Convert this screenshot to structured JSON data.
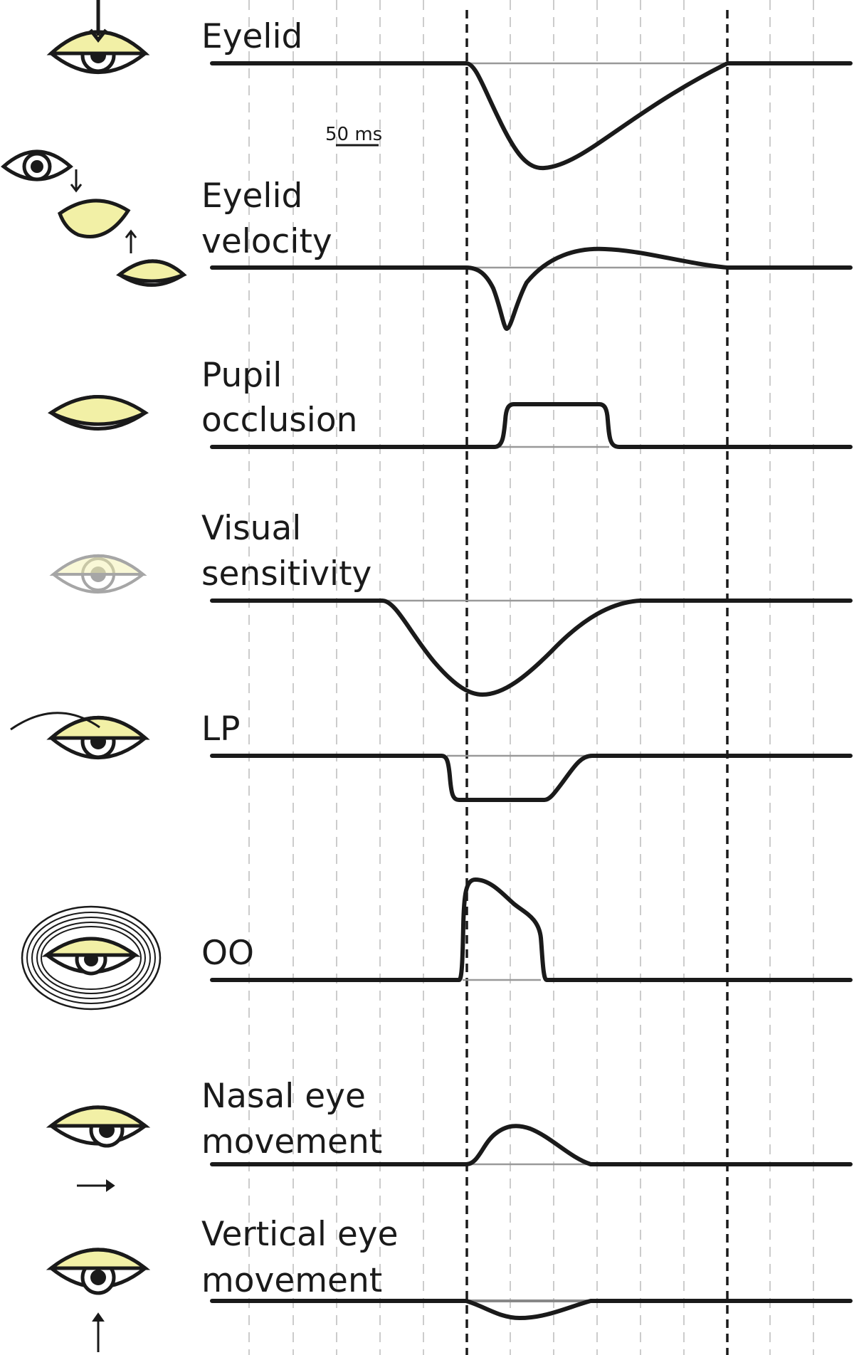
{
  "scale_bar": {
    "label": "50 ms",
    "duration_ms": 50
  },
  "time_axis": {
    "grid_spacing_ms": 25,
    "event_markers": [
      "onset",
      "offset"
    ]
  },
  "traces": [
    {
      "id": "eyelid",
      "lines": [
        "Eyelid"
      ],
      "shape": "downward deflection, slow recovery"
    },
    {
      "id": "eyelid-velocity",
      "lines": [
        "Eyelid",
        "velocity"
      ],
      "shape": "sharp negative peak then small positive lobe"
    },
    {
      "id": "pupil-occlusion",
      "lines": [
        "Pupil",
        "occlusion"
      ],
      "shape": "square pulse"
    },
    {
      "id": "visual-sensitivity",
      "lines": [
        "Visual",
        "sensitivity"
      ],
      "shape": "reduction starting before onset"
    },
    {
      "id": "lp",
      "lines": [
        "LP"
      ],
      "shape": "step down (inhibition)"
    },
    {
      "id": "oo",
      "lines": [
        "OO"
      ],
      "shape": "burst"
    },
    {
      "id": "nasal-eye-movement",
      "lines": [
        "Nasal eye",
        "movement"
      ],
      "shape": "small positive hump"
    },
    {
      "id": "vertical-eye-movement",
      "lines": [
        "Vertical eye",
        "movement"
      ],
      "shape": "small negative dip"
    }
  ],
  "colors": {
    "lid_fill": "#f2f0a6",
    "ink": "#1a1a1a",
    "grid": "#bbbbbb",
    "baseline": "#999999",
    "faded": "#a6a6a6"
  },
  "icons": [
    "eye-lid-down-icon",
    "eye-blink-sequence-icon",
    "closed-eye-icon",
    "faded-eye-icon",
    "eye-levator-icon",
    "eye-orbicularis-icon",
    "eye-nasal-movement-icon",
    "eye-vertical-movement-icon"
  ]
}
